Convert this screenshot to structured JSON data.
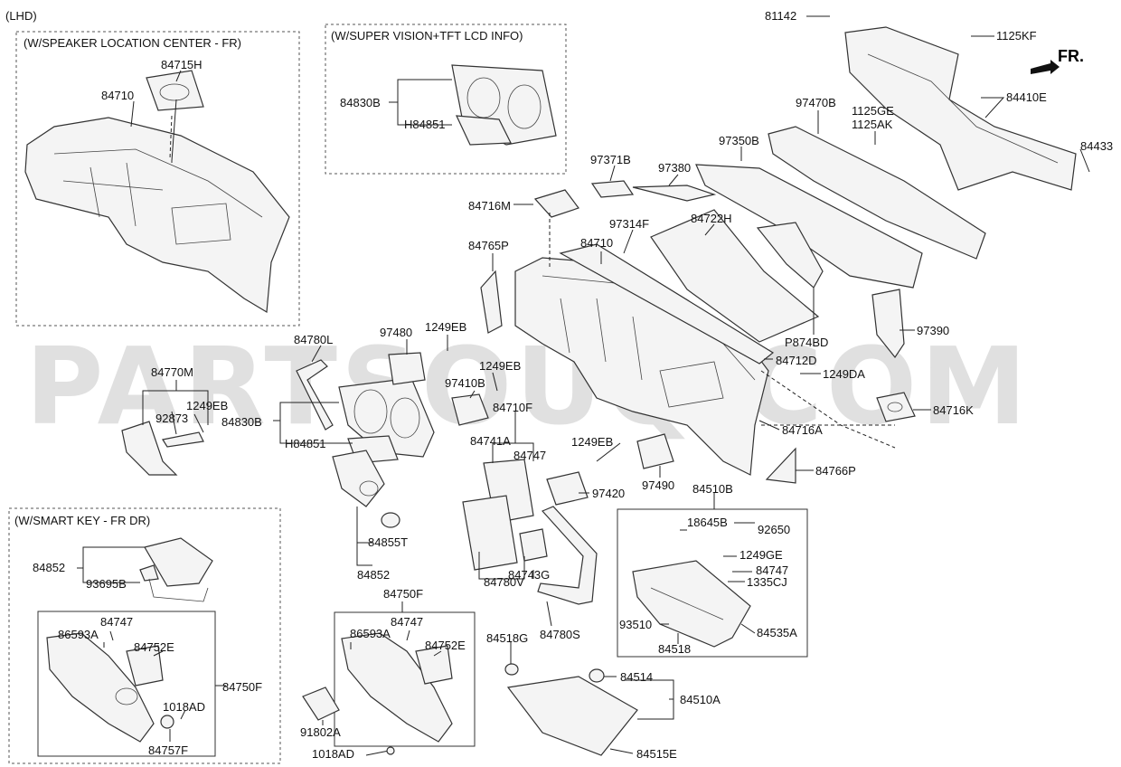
{
  "variant_label": "(LHD)",
  "front_label": "FR.",
  "watermark": "PARTSOUQ.COM",
  "boxes": {
    "speaker_center": "(W/SPEAKER LOCATION CENTER - FR)",
    "super_vision": "(W/SUPER VISION+TFT LCD INFO)",
    "smart_key": "(W/SMART KEY - FR DR)"
  },
  "parts": [
    {
      "id": "p1",
      "no": "81142"
    },
    {
      "id": "p2",
      "no": "1125KF"
    },
    {
      "id": "p3",
      "no": "84410E"
    },
    {
      "id": "p4",
      "no": "1125GE"
    },
    {
      "id": "p5",
      "no": "1125AK"
    },
    {
      "id": "p6",
      "no": "84433"
    },
    {
      "id": "p7",
      "no": "97470B"
    },
    {
      "id": "p8",
      "no": "97350B"
    },
    {
      "id": "p9",
      "no": "97371B"
    },
    {
      "id": "p10",
      "no": "97380"
    },
    {
      "id": "p11",
      "no": "84716M"
    },
    {
      "id": "p12",
      "no": "97314F"
    },
    {
      "id": "p13",
      "no": "84722H"
    },
    {
      "id": "p14",
      "no": "84710"
    },
    {
      "id": "p15",
      "no": "84765P"
    },
    {
      "id": "p16",
      "no": "97390"
    },
    {
      "id": "p17",
      "no": "P874BD"
    },
    {
      "id": "p18",
      "no": "84712D"
    },
    {
      "id": "p19",
      "no": "1249DA"
    },
    {
      "id": "p20",
      "no": "84716K"
    },
    {
      "id": "p21",
      "no": "84716A"
    },
    {
      "id": "p22",
      "no": "84766P"
    },
    {
      "id": "p23",
      "no": "84715H"
    },
    {
      "id": "p24",
      "no": "84710"
    },
    {
      "id": "p25",
      "no": "84830B"
    },
    {
      "id": "p26",
      "no": "H84851"
    },
    {
      "id": "p27",
      "no": "84780L"
    },
    {
      "id": "p28",
      "no": "97480"
    },
    {
      "id": "p29",
      "no": "1249EB"
    },
    {
      "id": "p30",
      "no": "84770M"
    },
    {
      "id": "p31",
      "no": "92873"
    },
    {
      "id": "p32",
      "no": "1249EB"
    },
    {
      "id": "p33",
      "no": "84830B"
    },
    {
      "id": "p34",
      "no": "H84851"
    },
    {
      "id": "p35",
      "no": "1249EB"
    },
    {
      "id": "p36",
      "no": "97410B"
    },
    {
      "id": "p37",
      "no": "84710F"
    },
    {
      "id": "p38",
      "no": "84741A"
    },
    {
      "id": "p39",
      "no": "84747"
    },
    {
      "id": "p40",
      "no": "1249EB"
    },
    {
      "id": "p41",
      "no": "97420"
    },
    {
      "id": "p42",
      "no": "97490"
    },
    {
      "id": "p43",
      "no": "84510B"
    },
    {
      "id": "p44",
      "no": "18645B"
    },
    {
      "id": "p45",
      "no": "92650"
    },
    {
      "id": "p46",
      "no": "1249GE"
    },
    {
      "id": "p47",
      "no": "84747"
    },
    {
      "id": "p48",
      "no": "1335CJ"
    },
    {
      "id": "p49",
      "no": "93510"
    },
    {
      "id": "p50",
      "no": "84518"
    },
    {
      "id": "p51",
      "no": "84535A"
    },
    {
      "id": "p52",
      "no": "84855T"
    },
    {
      "id": "p53",
      "no": "84852"
    },
    {
      "id": "p54",
      "no": "84743G"
    },
    {
      "id": "p55",
      "no": "84780V"
    },
    {
      "id": "p56",
      "no": "84780S"
    },
    {
      "id": "p57",
      "no": "84518G"
    },
    {
      "id": "p58",
      "no": "84514"
    },
    {
      "id": "p59",
      "no": "84510A"
    },
    {
      "id": "p60",
      "no": "84515E"
    },
    {
      "id": "p61",
      "no": "84750F"
    },
    {
      "id": "p62",
      "no": "86593A"
    },
    {
      "id": "p63",
      "no": "84747"
    },
    {
      "id": "p64",
      "no": "84752E"
    },
    {
      "id": "p65",
      "no": "91802A"
    },
    {
      "id": "p66",
      "no": "1018AD"
    },
    {
      "id": "p67",
      "no": "84852"
    },
    {
      "id": "p68",
      "no": "93695B"
    },
    {
      "id": "p69",
      "no": "86593A"
    },
    {
      "id": "p70",
      "no": "84747"
    },
    {
      "id": "p71",
      "no": "84752E"
    },
    {
      "id": "p72",
      "no": "84750F"
    },
    {
      "id": "p73",
      "no": "1018AD"
    },
    {
      "id": "p74",
      "no": "84757F"
    }
  ]
}
